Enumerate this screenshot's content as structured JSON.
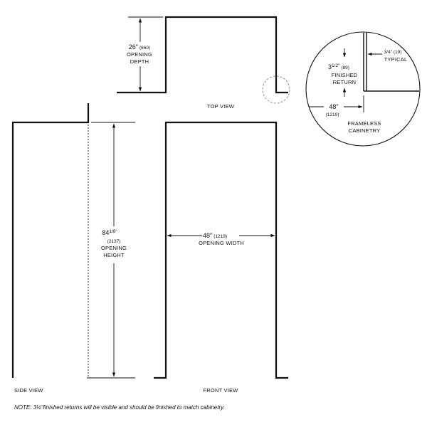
{
  "top_view": {
    "label": "TOP VIEW",
    "depth": {
      "value_in": "26\"",
      "value_mm": "(660)",
      "line1": "OPENING",
      "line2": "DEPTH"
    }
  },
  "detail": {
    "return_value": {
      "whole": "3",
      "frac": "1/2\"",
      "mm": "(89)"
    },
    "return_line1": "FINISHED",
    "return_line2": "RETURN",
    "typical_value": {
      "frac": "3/4\"",
      "mm": "(19)"
    },
    "typical_label": "TYPICAL",
    "width_value": "48\"",
    "width_mm": "(1219)",
    "frameless_line1": "FRAMELESS",
    "frameless_line2": "CABINETRY"
  },
  "side_view": {
    "label": "SIDE VIEW",
    "height": {
      "whole": "84",
      "frac": "1/8\"",
      "mm": "(2137)",
      "line1": "OPENING",
      "line2": "HEIGHT"
    }
  },
  "front_view": {
    "label": "FRONT VIEW",
    "width": {
      "value_in": "48\"",
      "value_mm": "(1219)",
      "line1": "OPENING WIDTH"
    }
  },
  "note": "NOTE: 3½\"finished returns will be visible and should be finished to match cabinetry."
}
